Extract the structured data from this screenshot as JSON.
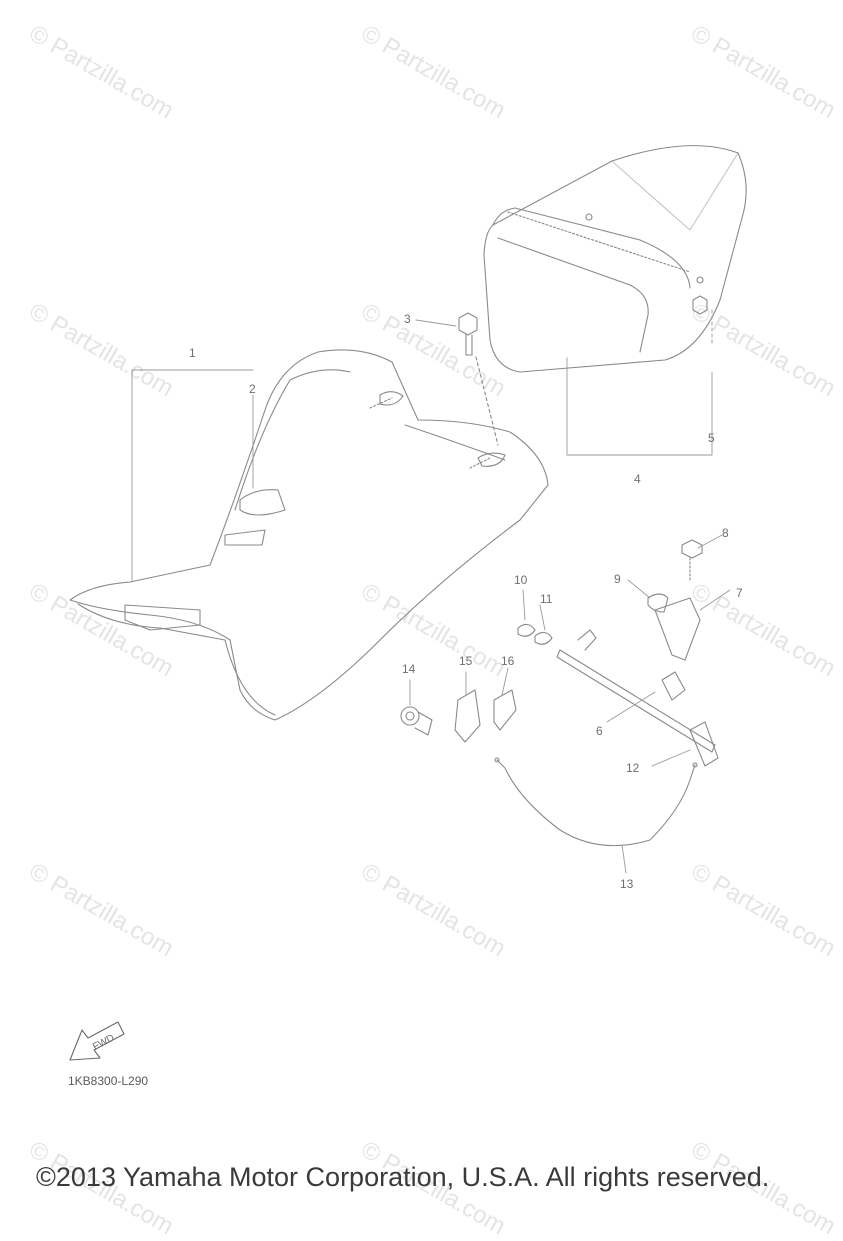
{
  "watermark": "© Partzilla.com",
  "callouts": [
    "1",
    "2",
    "3",
    "4",
    "5",
    "6",
    "7",
    "8",
    "9",
    "10",
    "11",
    "12",
    "13",
    "14",
    "15",
    "16"
  ],
  "fwd_label": "FWD",
  "part_code": "1KB8300-L290",
  "copyright": "©2013 Yamaha Motor Corporation, U.S.A. All rights reserved."
}
